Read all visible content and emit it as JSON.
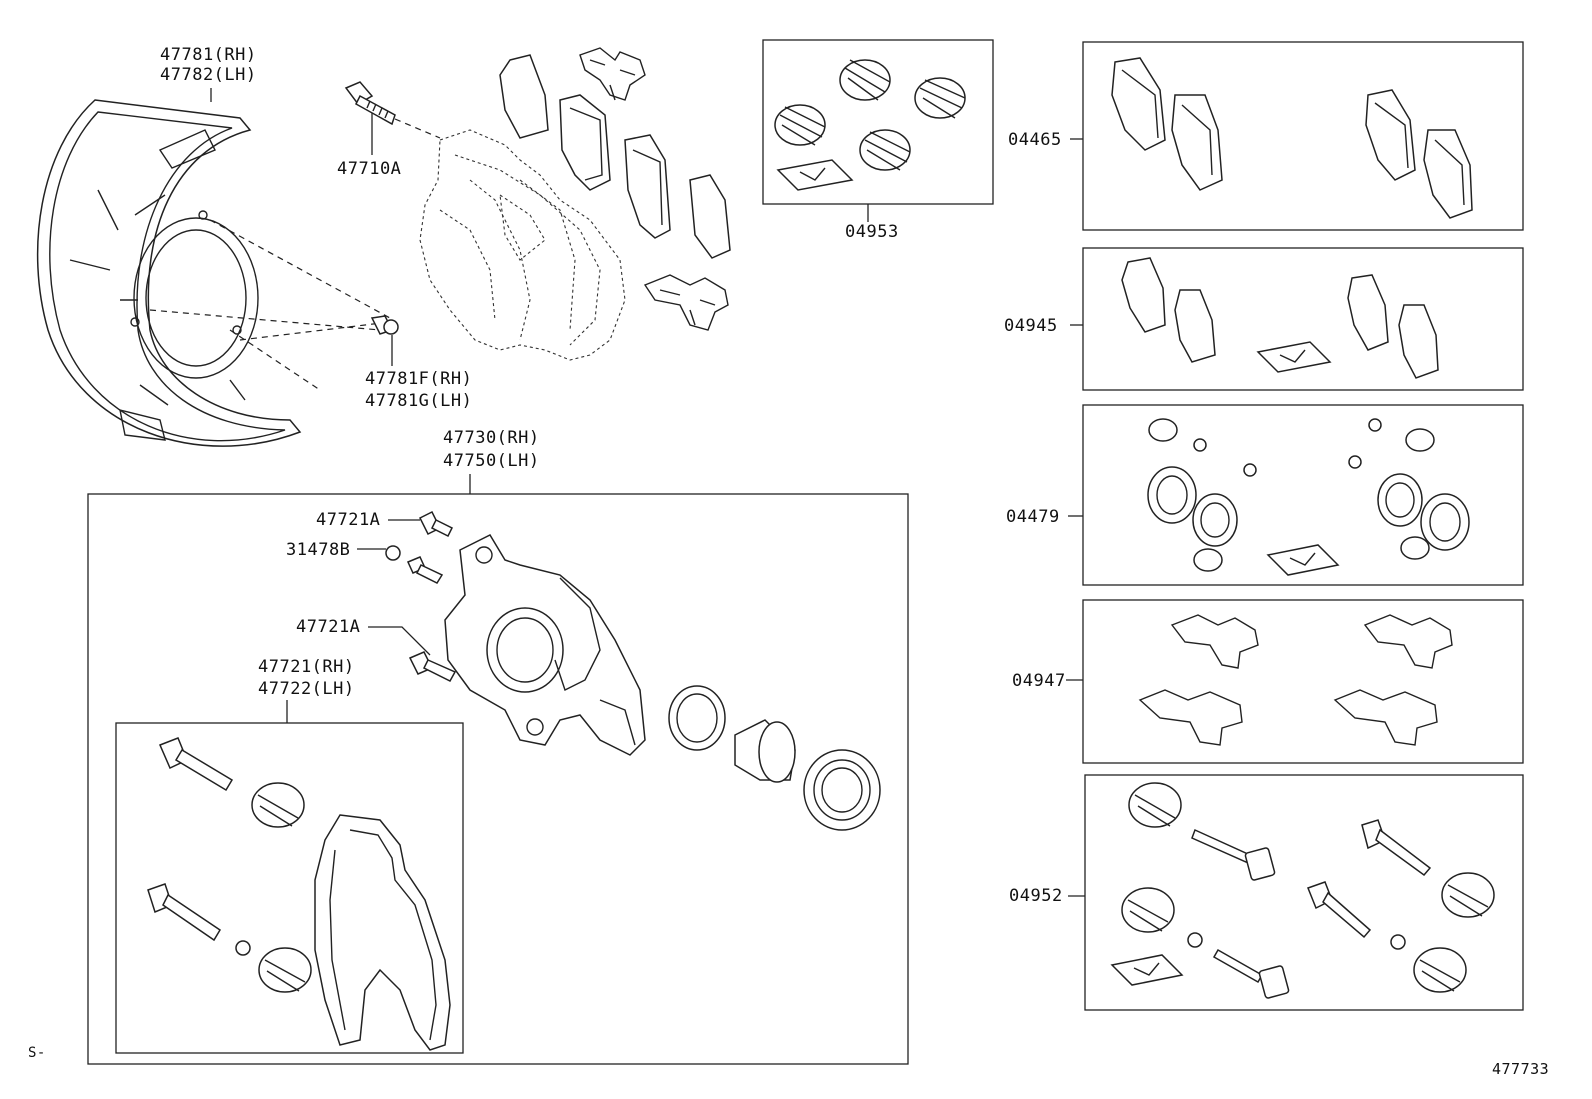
{
  "labels": {
    "p47781_rh": "47781(RH)",
    "p47782_lh": "47782(LH)",
    "p47710a": "47710A",
    "p47781f_rh": "47781F(RH)",
    "p47781g_lh": "47781G(LH)",
    "p47730_rh": "47730(RH)",
    "p47750_lh": "47750(LH)",
    "p47721a_top": "47721A",
    "p31478b": "31478B",
    "p47721a_mid": "47721A",
    "p47721_rh": "47721(RH)",
    "p47722_lh": "47722(LH)",
    "p04953": "04953",
    "p04465": "04465",
    "p04945": "04945",
    "p04479": "04479",
    "p04947": "04947",
    "p04952": "04952",
    "s_mark": "S-",
    "figure_no": "477733"
  },
  "icons": {
    "dust_shield": "dust-shield-icon",
    "bolt": "bolt-icon",
    "caliper": "caliper-icon",
    "brake_pad": "brake-pad-icon",
    "boot": "boot-icon",
    "piston": "piston-icon",
    "seal": "seal-icon",
    "slide_pin": "slide-pin-icon",
    "shim_clip": "anti-squeal-clip-icon",
    "grease_packet": "grease-packet-icon",
    "mounting_bracket": "mounting-bracket-icon"
  }
}
